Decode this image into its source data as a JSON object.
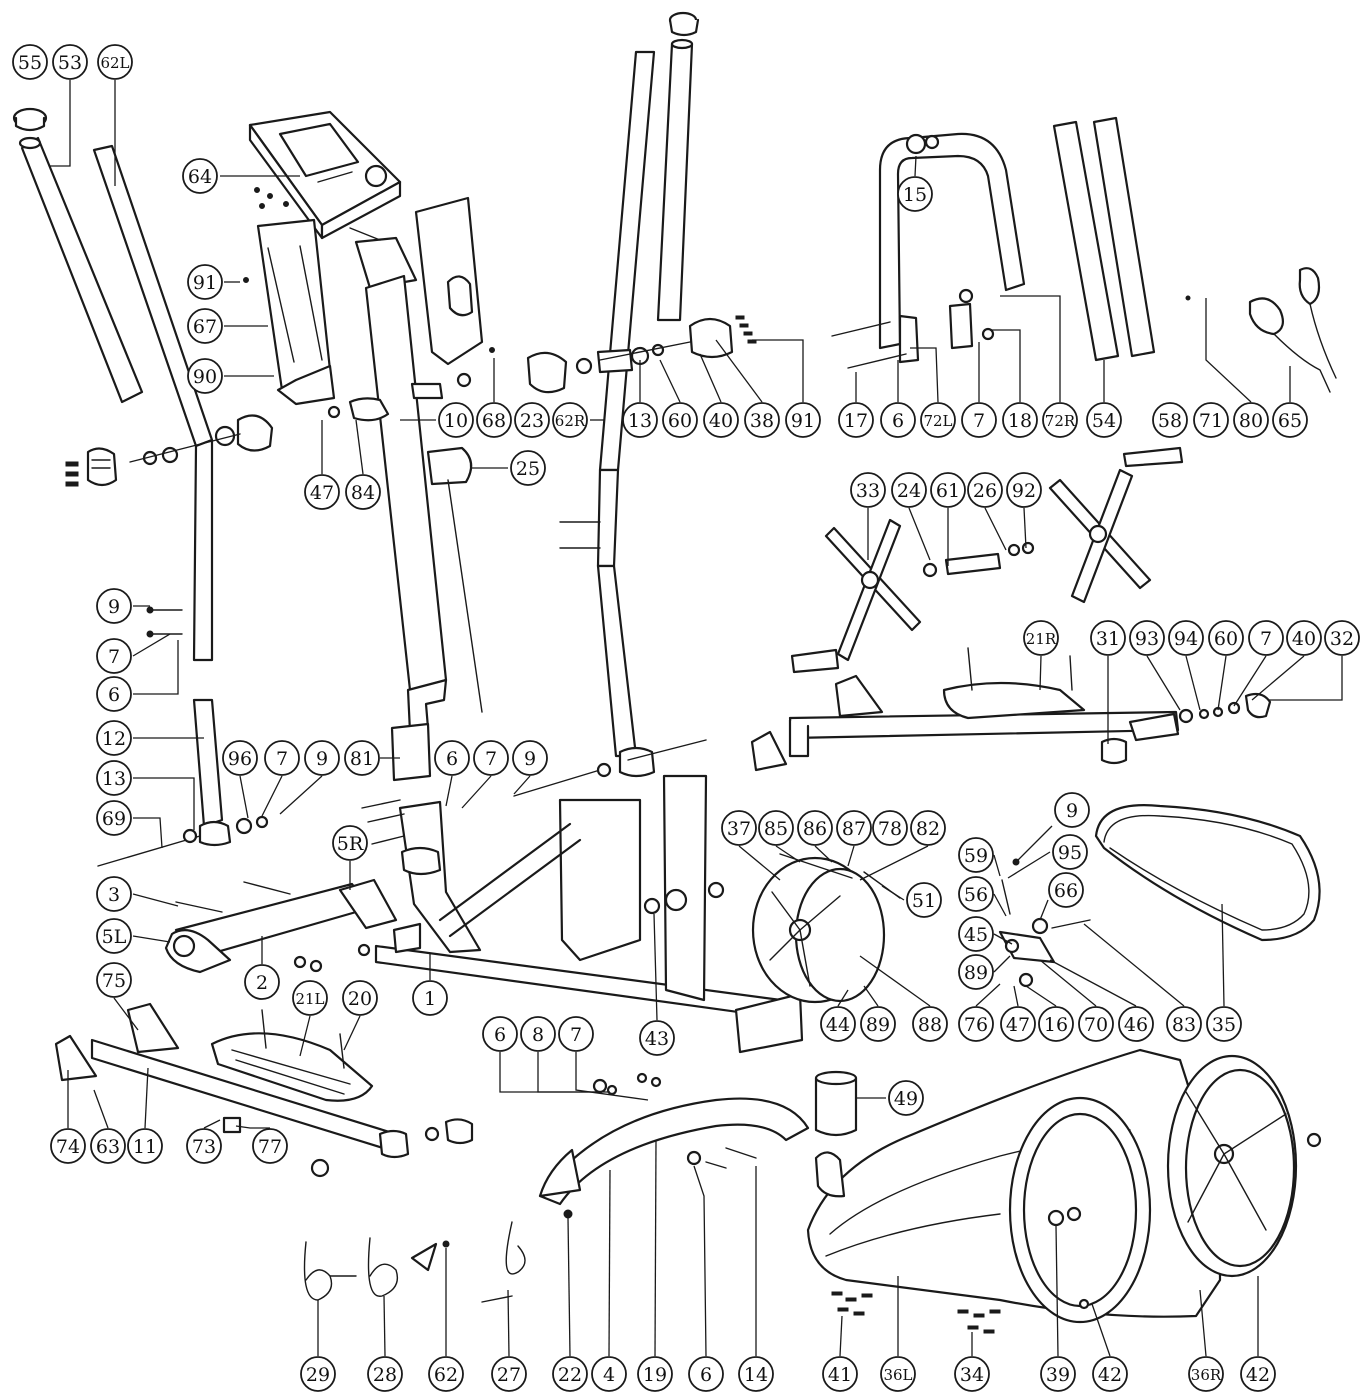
{
  "diagram": {
    "background": "#ffffff",
    "line_color": "#1a1a1a",
    "callouts": [
      {
        "id": "c55",
        "label": "55"
      },
      {
        "id": "c53",
        "label": "53"
      },
      {
        "id": "c62L",
        "label": "62L"
      },
      {
        "id": "c64",
        "label": "64"
      },
      {
        "id": "c91a",
        "label": "91"
      },
      {
        "id": "c67",
        "label": "67"
      },
      {
        "id": "c90",
        "label": "90"
      },
      {
        "id": "c10",
        "label": "10"
      },
      {
        "id": "c68",
        "label": "68"
      },
      {
        "id": "c23",
        "label": "23"
      },
      {
        "id": "c62R",
        "label": "62R"
      },
      {
        "id": "c13a",
        "label": "13"
      },
      {
        "id": "c60a",
        "label": "60"
      },
      {
        "id": "c40a",
        "label": "40"
      },
      {
        "id": "c38",
        "label": "38"
      },
      {
        "id": "c91b",
        "label": "91"
      },
      {
        "id": "c15",
        "label": "15"
      },
      {
        "id": "c17",
        "label": "17"
      },
      {
        "id": "c6a",
        "label": "6"
      },
      {
        "id": "c72L",
        "label": "72L"
      },
      {
        "id": "c7a",
        "label": "7"
      },
      {
        "id": "c18",
        "label": "18"
      },
      {
        "id": "c72R",
        "label": "72R"
      },
      {
        "id": "c54",
        "label": "54"
      },
      {
        "id": "c58",
        "label": "58"
      },
      {
        "id": "c71",
        "label": "71"
      },
      {
        "id": "c80",
        "label": "80"
      },
      {
        "id": "c65",
        "label": "65"
      },
      {
        "id": "c47a",
        "label": "47"
      },
      {
        "id": "c84",
        "label": "84"
      },
      {
        "id": "c25",
        "label": "25"
      },
      {
        "id": "c33",
        "label": "33"
      },
      {
        "id": "c24",
        "label": "24"
      },
      {
        "id": "c61",
        "label": "61"
      },
      {
        "id": "c26",
        "label": "26"
      },
      {
        "id": "c92",
        "label": "92"
      },
      {
        "id": "c9a",
        "label": "9"
      },
      {
        "id": "c7b",
        "label": "7"
      },
      {
        "id": "c6b",
        "label": "6"
      },
      {
        "id": "c21R",
        "label": "21R"
      },
      {
        "id": "c31",
        "label": "31"
      },
      {
        "id": "c93",
        "label": "93"
      },
      {
        "id": "c94",
        "label": "94"
      },
      {
        "id": "c60b",
        "label": "60"
      },
      {
        "id": "c7c",
        "label": "7"
      },
      {
        "id": "c40b",
        "label": "40"
      },
      {
        "id": "c32",
        "label": "32"
      },
      {
        "id": "c12",
        "label": "12"
      },
      {
        "id": "c96",
        "label": "96"
      },
      {
        "id": "c7d",
        "label": "7"
      },
      {
        "id": "c9b",
        "label": "9"
      },
      {
        "id": "c81",
        "label": "81"
      },
      {
        "id": "c6c",
        "label": "6"
      },
      {
        "id": "c7e",
        "label": "7"
      },
      {
        "id": "c9c",
        "label": "9"
      },
      {
        "id": "c13b",
        "label": "13"
      },
      {
        "id": "c69",
        "label": "69"
      },
      {
        "id": "c37",
        "label": "37"
      },
      {
        "id": "c85",
        "label": "85"
      },
      {
        "id": "c86",
        "label": "86"
      },
      {
        "id": "c87",
        "label": "87"
      },
      {
        "id": "c78",
        "label": "78"
      },
      {
        "id": "c82",
        "label": "82"
      },
      {
        "id": "c9d",
        "label": "9"
      },
      {
        "id": "c5R",
        "label": "5R"
      },
      {
        "id": "c59",
        "label": "59"
      },
      {
        "id": "c95",
        "label": "95"
      },
      {
        "id": "c3",
        "label": "3"
      },
      {
        "id": "c51",
        "label": "51"
      },
      {
        "id": "c56",
        "label": "56"
      },
      {
        "id": "c66",
        "label": "66"
      },
      {
        "id": "c5L",
        "label": "5L"
      },
      {
        "id": "c45",
        "label": "45"
      },
      {
        "id": "c89a",
        "label": "89"
      },
      {
        "id": "c75",
        "label": "75"
      },
      {
        "id": "c2",
        "label": "2"
      },
      {
        "id": "c21L",
        "label": "21L"
      },
      {
        "id": "c20",
        "label": "20"
      },
      {
        "id": "c1",
        "label": "1"
      },
      {
        "id": "c43",
        "label": "43"
      },
      {
        "id": "c44",
        "label": "44"
      },
      {
        "id": "c89b",
        "label": "89"
      },
      {
        "id": "c88",
        "label": "88"
      },
      {
        "id": "c76",
        "label": "76"
      },
      {
        "id": "c47b",
        "label": "47"
      },
      {
        "id": "c16",
        "label": "16"
      },
      {
        "id": "c70",
        "label": "70"
      },
      {
        "id": "c46",
        "label": "46"
      },
      {
        "id": "c83",
        "label": "83"
      },
      {
        "id": "c35",
        "label": "35"
      },
      {
        "id": "c6d",
        "label": "6"
      },
      {
        "id": "c8",
        "label": "8"
      },
      {
        "id": "c7f",
        "label": "7"
      },
      {
        "id": "c49",
        "label": "49"
      },
      {
        "id": "c74",
        "label": "74"
      },
      {
        "id": "c63",
        "label": "63"
      },
      {
        "id": "c11",
        "label": "11"
      },
      {
        "id": "c73",
        "label": "73"
      },
      {
        "id": "c77",
        "label": "77"
      },
      {
        "id": "c29",
        "label": "29"
      },
      {
        "id": "c28",
        "label": "28"
      },
      {
        "id": "c62",
        "label": "62"
      },
      {
        "id": "c27",
        "label": "27"
      },
      {
        "id": "c22",
        "label": "22"
      },
      {
        "id": "c4",
        "label": "4"
      },
      {
        "id": "c19",
        "label": "19"
      },
      {
        "id": "c6e",
        "label": "6"
      },
      {
        "id": "c14",
        "label": "14"
      },
      {
        "id": "c41",
        "label": "41"
      },
      {
        "id": "c36L",
        "label": "36L"
      },
      {
        "id": "c34",
        "label": "34"
      },
      {
        "id": "c39",
        "label": "39"
      },
      {
        "id": "c42a",
        "label": "42"
      },
      {
        "id": "c36R",
        "label": "36R"
      },
      {
        "id": "c42b",
        "label": "42"
      }
    ]
  }
}
